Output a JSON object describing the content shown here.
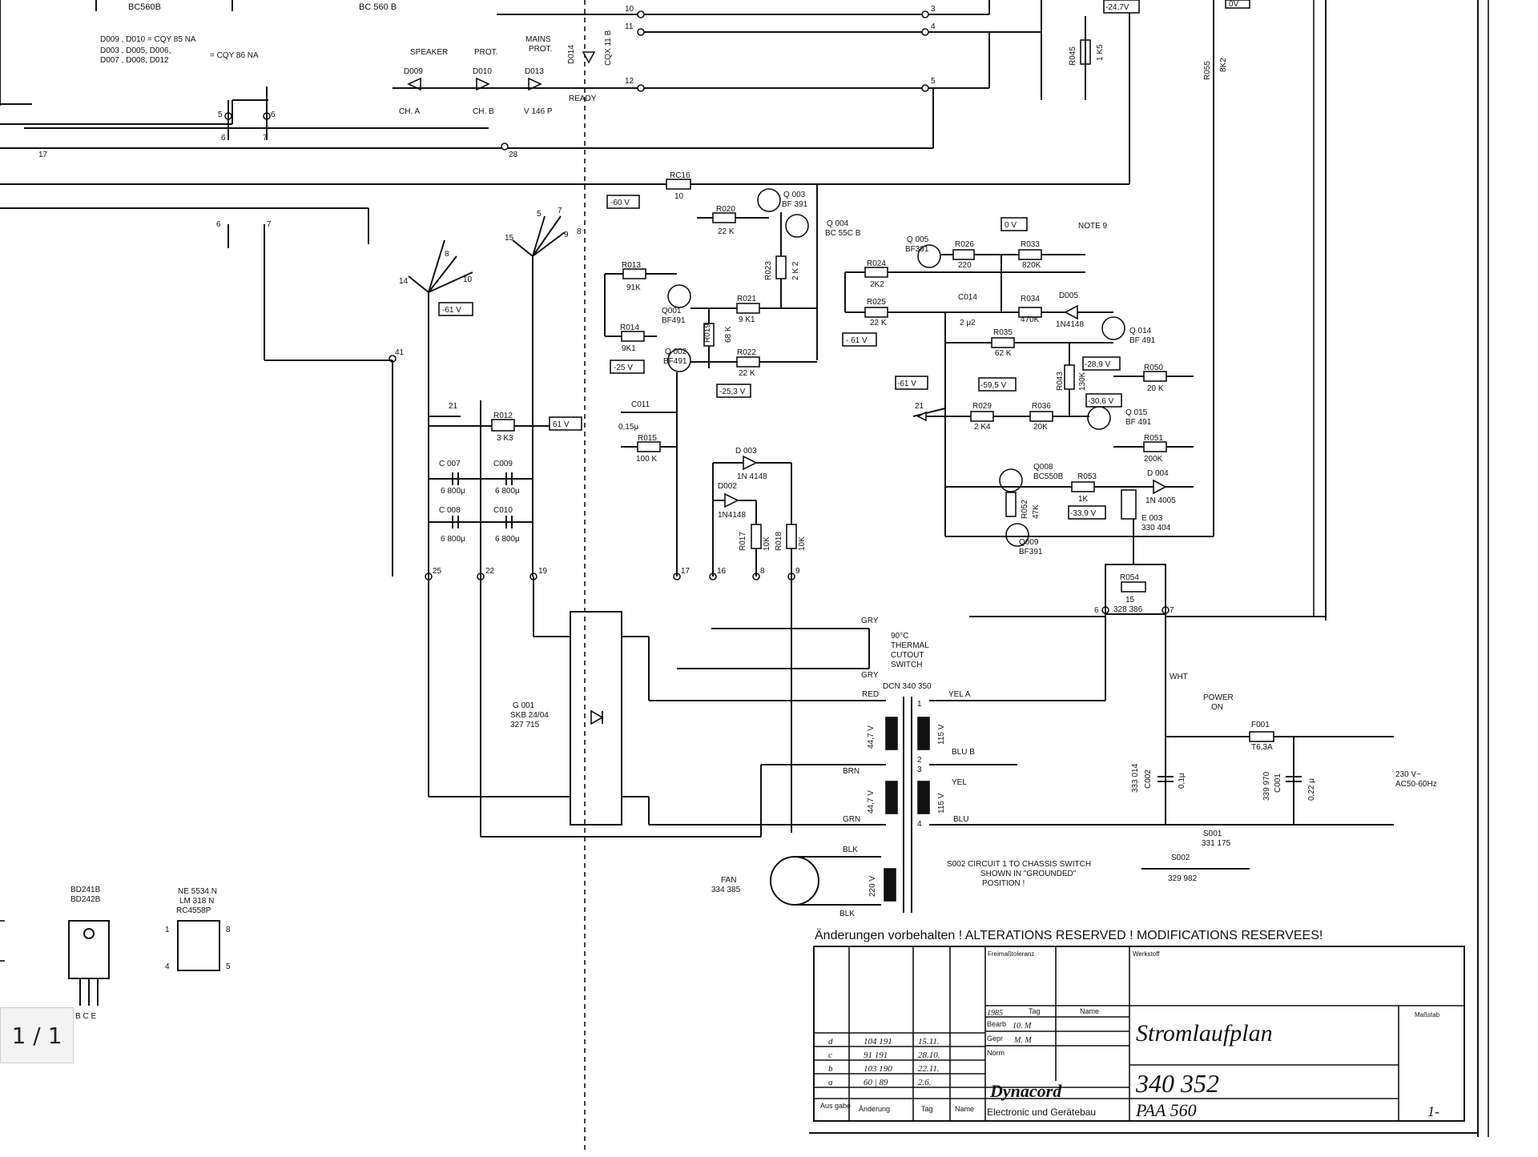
{
  "viewer": {
    "page_indicator": "1 / 1"
  },
  "legend_top": {
    "line1": "D009 , D010 = CQY 85 NA",
    "line2": "D003 , D005, D006,",
    "line3": "D007 , D008, D012",
    "line3b": "= CQY 86 NA",
    "bc_a": "BC560B",
    "bc_b": "BC 560 B"
  },
  "leds": {
    "speaker": "SPEAKER",
    "prot": "PROT.",
    "mains": "MAINS",
    "mains_prot": "PROT.",
    "d009": "D009",
    "d010": "D010",
    "d013": "D013",
    "d014": "D014",
    "cqx": "CQX 11 B",
    "cha": "CH. A",
    "chb": "CH. B",
    "v146": "V 146 P",
    "ready": "READY"
  },
  "voltages": {
    "m60": "-60 V",
    "m61a": "-61 V",
    "m61b": "61 V",
    "m61c": "- 61 V",
    "m61d": "-61 V",
    "m25": "-25 V",
    "m253": "-25,3 V",
    "m595": "-59,5 V",
    "m289": "-28,9 V",
    "m306": "-30,6 V",
    "m339": "-33,9 V",
    "m247": "-24,7V",
    "zero_v": "0V",
    "zero_v2": "0 V"
  },
  "components": {
    "rc16": "RC16",
    "rc16v": "10",
    "q003": "Q 003",
    "q003t": "BF 391",
    "q004": "Q 004",
    "q004t": "BC 55C B",
    "r020": "R020",
    "r020v": "22 K",
    "r023": "R023",
    "r023v": "2 K 2",
    "q005": "Q 005",
    "q005t": "BF391",
    "r026": "R026",
    "r026v": "220",
    "r033": "R033",
    "r033v": "820K",
    "note9": "NOTE  9",
    "r024": "R024",
    "r024v": "2K2",
    "r025": "R025",
    "r025v": "22 K",
    "c014": "C014",
    "c014v": "2 μ2",
    "r034": "R034",
    "r034v": "470K",
    "d005": "D005",
    "d005t": "1N4148",
    "q014": "Q 014",
    "q014t": "BF 491",
    "r035": "R035",
    "r035v": "62 K",
    "r043": "R043",
    "r043v": "130K",
    "r050": "R050",
    "r050v": "20 K",
    "r029": "R029",
    "r029v": "2 K4",
    "r036": "R036",
    "r036v": "20K",
    "q015": "Q 015",
    "q015t": "BF 491",
    "r051": "R051",
    "r051v": "200K",
    "q008": "Q008",
    "q008t": "BC550B",
    "r053": "R053",
    "r053v": "1K",
    "d004": "D 004",
    "d004t": "1N 4005",
    "r052": "R052",
    "r052v": "47K",
    "e003": "E 003",
    "e003t": "330 404",
    "q009": "Q009",
    "q009t": "BF391",
    "r013": "R013",
    "r013v": "91K",
    "q001": "Q001",
    "q001t": "BF491",
    "r021": "R021",
    "r021v": "9 K1",
    "r014": "R014",
    "r014v": "9K1",
    "r019": "R019",
    "r019v": "68 K",
    "q002": "Q 002",
    "q002t": "BF491",
    "r022": "R022",
    "r022v": "22 K",
    "c011": "C011",
    "c011v": "0,15μ",
    "r015": "R015",
    "r015v": "100 K",
    "d003": "D 003",
    "d003t": "1N 4148",
    "d002": "D002",
    "d002t": "1N4148",
    "r017": "R017",
    "r017v": "10K",
    "r018": "R018",
    "r018v": "10K",
    "r012": "R012",
    "r012v": "3 K3",
    "c007": "C 007",
    "c007v": "6 800μ",
    "c009": "C009",
    "c009v": "6 800μ",
    "c008": "C 008",
    "c008v": "6 800μ",
    "c010": "C010",
    "c010v": "6 800μ",
    "r045": "R045",
    "r045v": "1 K5",
    "r055": "R055",
    "r055v": "8K2",
    "r054": "R054",
    "r054v": "15",
    "r054p": "328 386",
    "g001": "G 001",
    "g001t": "SKB 24/04",
    "g001p": "327 715",
    "gry1": "GRY",
    "gry2": "GRY",
    "thermal1": "90°C",
    "thermal2": "THERMAL",
    "thermal3": "CUTOUT",
    "thermal4": "SWITCH",
    "dcn": "DCN 340 350",
    "red": "RED",
    "yela": "YEL A",
    "blub": "BLU B",
    "brn": "BRN",
    "yel": "YEL",
    "grn": "GRN",
    "blu": "BLU",
    "wht": "WHT",
    "v447a": "44,7 V",
    "v447b": "44,7 V",
    "v115a": "115 V",
    "v115b": "115 V",
    "v220": "220 V",
    "blk1": "BLK",
    "blk2": "BLK",
    "fan": "FAN",
    "fanp": "334 385",
    "power1": "POWER",
    "power2": "ON",
    "f001": "F001",
    "f001v": "T6,3A",
    "c002": "C002",
    "c002p": "333 014",
    "c002v": "0,1μ",
    "c001": "C001",
    "c001p": "339 970",
    "c001v": "0,22 μ",
    "s001": "S001",
    "s001p": "331 175",
    "mains_in1": "230 V~",
    "mains_in2": "AC50-60Hz",
    "s002a": "S002  CIRCUIT 1  TO CHASSIS SWITCH",
    "s002b": "SHOWN  IN \"GROUNDED\"",
    "s002c": "POSITION !",
    "s002": "S002",
    "s002p": "329 982"
  },
  "nodes": [
    "10",
    "11",
    "12",
    "3",
    "4",
    "5",
    "5",
    "6",
    "6",
    "7",
    "17",
    "28",
    "6",
    "7",
    "5",
    "7",
    "8",
    "9",
    "15",
    "14",
    "8",
    "10",
    "41",
    "21",
    "21",
    "25",
    "22",
    "19",
    "17",
    "16",
    "8",
    "9",
    "6",
    "7",
    "1",
    "2",
    "3",
    "4"
  ],
  "packages": {
    "bd241": "BD241B",
    "bd242": "BD242B",
    "bce": "B C E",
    "ne5534": "NE 5534 N",
    "lm318": "LM 318 N",
    "rc4558": "RC4558P",
    "p1": "1",
    "p8": "8",
    "p4": "4",
    "p5": "5"
  },
  "title_block": {
    "reserve": "Änderungen vorbehalten ! ALTERATIONS RESERVED ! MODIFICATIONS RESERVEES!",
    "freimass": "Freimaßtoleranz",
    "werkstoff": "Werkstoff",
    "massstab": "Maßstab",
    "year": "1985",
    "tag": "Tag",
    "name": "Name",
    "bearb": "Bearb",
    "bearb_date": "10. M",
    "gepr": "Gepr",
    "gepr_date": "M. M",
    "norm": "Norm",
    "title": "Stromlaufplan",
    "number": "340 352",
    "model": "PAA 560",
    "sheet": "1-",
    "brand": "Dynacord",
    "company": "Electronic und Gerätebau",
    "ausgabe": "Aus gabe",
    "aenderung": "Änderung",
    "rev": [
      {
        "letter": "d",
        "num": "104 191",
        "date": "15.11."
      },
      {
        "letter": "c",
        "num": "91 191",
        "date": "28.10."
      },
      {
        "letter": "b",
        "num": "103 190",
        "date": "22.11."
      },
      {
        "letter": "a",
        "num": "60 | 89",
        "date": "2.6."
      }
    ]
  }
}
